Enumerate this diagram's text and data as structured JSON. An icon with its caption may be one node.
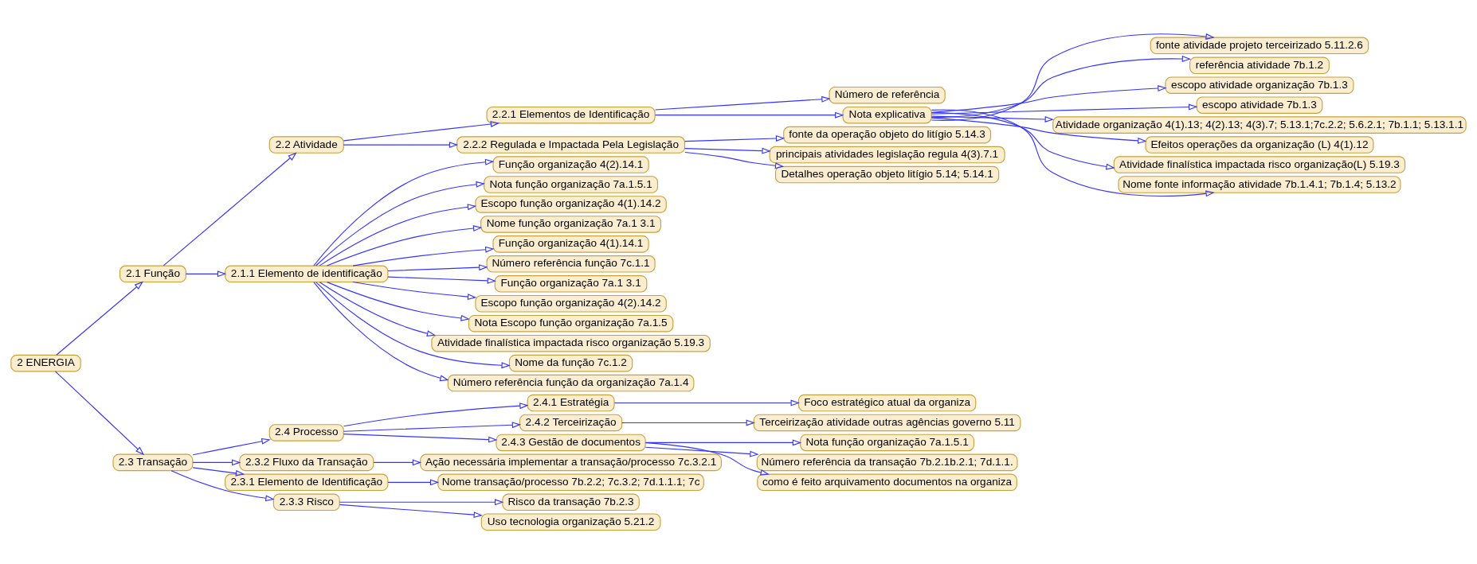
{
  "diagram": {
    "nodes": [
      {
        "text": [
          "2 ENERGIA"
        ]
      },
      {
        "text": [
          "2.1 Função"
        ]
      },
      {
        "text": [
          "2.2 Atividade"
        ]
      },
      {
        "text": [
          "2.3 Transação"
        ]
      },
      {
        "text": [
          "2.4 Processo"
        ]
      },
      {
        "text": [
          "2.4.1 Estratégia"
        ]
      },
      {
        "text": [
          "fonte da operação objeto do litígio 5.14.3"
        ]
      },
      {
        "text": [
          "Função organização 4(2).14.1"
        ]
      },
      {
        "text": [
          "2.2.1 Elementos de Identificação"
        ]
      },
      {
        "text": [
          "2.1.1 Elemento de identificação"
        ]
      },
      {
        "text": [
          "Foco estratégico atual da organiza"
        ]
      },
      {
        "text": [
          "Nota função organização 7a.1.5.1"
        ]
      },
      {
        "text": [
          "Escopo função organização 4(1).14.2"
        ]
      },
      {
        "text": [
          "2.4.2 Terceirização"
        ]
      },
      {
        "text": [
          "Número de referência"
        ]
      },
      {
        "text": [
          "2.2.2 Regulada e Impactada Pela Legislação"
        ]
      },
      {
        "text": [
          "Nome função organização 7a.1 3.1"
        ]
      },
      {
        "text": [
          "Terceirização atividade outras agências governo 5.11"
        ]
      },
      {
        "text": [
          "Nota explicativa"
        ]
      },
      {
        "text": [
          "principais atividades legislação regula 4(3).7.1"
        ]
      },
      {
        "text": [
          "2.3.2 Fluxo da Transação"
        ]
      },
      {
        "text": [
          "2.3.1 Elemento de Identificação"
        ]
      },
      {
        "text": [
          "Detalhes operação objeto litígio 5.14; 5.14.1"
        ]
      },
      {
        "text": [
          "Função organização 4(1).14.1"
        ]
      },
      {
        "text": [
          "2.4.3 Gestão de documentos"
        ]
      },
      {
        "text": [
          "Nota função organização 7a.1.5.1"
        ]
      },
      {
        "text": [
          "fonte atividade projeto terceirizado 5.11.2.6"
        ]
      },
      {
        "text": [
          "Número referência função 7c.1.1"
        ]
      },
      {
        "text": [
          "Número referência da transação 7b.2.1b.2.1; 7d.1.1."
        ]
      },
      {
        "text": [
          "referência atividade 7b.1.2"
        ]
      },
      {
        "text": [
          "Função organização 7a.1 3.1"
        ]
      },
      {
        "text": [
          "Ação necessária implementar a transação/processo 7c.3.2.1"
        ]
      },
      {
        "text": [
          "escopo atividade organização 7b.1.3"
        ]
      },
      {
        "text": [
          "Escopo função organização 4(2).14.2"
        ]
      },
      {
        "text": [
          "escopo atividade 7b.1.3"
        ]
      },
      {
        "text": [
          "2.3.3 Risco"
        ]
      },
      {
        "text": [
          "Risco da transação 7b.2.3"
        ]
      },
      {
        "text": [
          "como é feito arquivamento documentos na organiza"
        ]
      },
      {
        "text": [
          "Atividade organização 4(1).13; 4(2).13; 4(3).7; 5.13.1;7c.2.2; 5.6.2.1; 7b.1.1; 5.13.1.1"
        ]
      },
      {
        "text": [
          "Efeitos operações da organização (L) 4(1).12"
        ]
      },
      {
        "text": [
          "Uso tecnologia organização 5.21.2"
        ]
      },
      {
        "text": [
          "Nome transação/processo 7b.2.2; 7c.3.2; 7d.1.1.1; 7c"
        ]
      },
      {
        "text": [
          "Atividade finalística impactada risco organização(L) 5.19.3"
        ]
      },
      {
        "text": [
          "Nota Escopo função organização 7a.1.5"
        ]
      },
      {
        "text": [
          "Atividade finalística impactada risco organização 5.19.3"
        ]
      },
      {
        "text": [
          "Nome fonte informação atividade 7b.1.4.1; 7b.1.4; 5.13.2"
        ]
      },
      {
        "text": [
          "Nome da função 7c.1.2"
        ]
      },
      {
        "text": [
          "Número referência função da organização 7a.1.4"
        ]
      }
    ],
    "edges": [
      {
        "from": 0,
        "to": 1,
        "arrow": "to"
      },
      {
        "from": 1,
        "to": 2,
        "arrow": "to"
      },
      {
        "from": 0,
        "to": 3,
        "arrow": "to"
      },
      {
        "from": 3,
        "to": 4,
        "arrow": "to"
      },
      {
        "from": 4,
        "to": 5,
        "arrow": "to"
      },
      {
        "from": 5,
        "to": 10,
        "arrow": "to"
      },
      {
        "from": 4,
        "to": 13,
        "arrow": "to"
      },
      {
        "from": 13,
        "to": 17,
        "arrow": "to"
      },
      {
        "from": 4,
        "to": 24,
        "arrow": "to"
      },
      {
        "from": 24,
        "to": 25,
        "arrow": "to"
      },
      {
        "from": 24,
        "to": 28,
        "arrow": "to"
      },
      {
        "from": 24,
        "to": 37,
        "arrow": "to"
      },
      {
        "from": 3,
        "to": 21,
        "arrow": "to"
      },
      {
        "from": 21,
        "to": 41,
        "arrow": "to"
      },
      {
        "from": 3,
        "to": 20,
        "arrow": "to"
      },
      {
        "from": 20,
        "to": 31,
        "arrow": "to"
      },
      {
        "from": 3,
        "to": 35,
        "arrow": "to"
      },
      {
        "from": 35,
        "to": 36,
        "arrow": "to"
      },
      {
        "from": 35,
        "to": 40,
        "arrow": "to"
      },
      {
        "from": 1,
        "to": 9,
        "arrow": "to"
      },
      {
        "from": 9,
        "to": 7,
        "arrow": "to"
      },
      {
        "from": 9,
        "to": 12,
        "arrow": "to"
      },
      {
        "from": 9,
        "to": 16,
        "arrow": "to"
      },
      {
        "from": 9,
        "to": 11,
        "arrow": "to"
      },
      {
        "from": 9,
        "to": 23,
        "arrow": "to"
      },
      {
        "from": 9,
        "to": 27,
        "arrow": "to"
      },
      {
        "from": 9,
        "to": 30,
        "arrow": "to"
      },
      {
        "from": 9,
        "to": 33,
        "arrow": "to"
      },
      {
        "from": 9,
        "to": 43,
        "arrow": "to"
      },
      {
        "from": 9,
        "to": 46,
        "arrow": "to"
      },
      {
        "from": 9,
        "to": 44,
        "arrow": "to"
      },
      {
        "from": 9,
        "to": 47,
        "arrow": "to"
      },
      {
        "from": 2,
        "to": 8,
        "arrow": "to"
      },
      {
        "from": 2,
        "to": 15,
        "arrow": "to"
      },
      {
        "from": 8,
        "to": 14,
        "arrow": "to"
      },
      {
        "from": 8,
        "to": 18,
        "arrow": "to"
      },
      {
        "from": 15,
        "to": 19,
        "arrow": "to"
      },
      {
        "from": 15,
        "to": 22,
        "arrow": "to"
      },
      {
        "from": 15,
        "to": 6,
        "arrow": "to"
      },
      {
        "from": 18,
        "to": 26,
        "arrow": "to"
      },
      {
        "from": 18,
        "to": 29,
        "arrow": "to"
      },
      {
        "from": 18,
        "to": 34,
        "arrow": "to"
      },
      {
        "from": 18,
        "to": 32,
        "arrow": "to"
      },
      {
        "from": 18,
        "to": 39,
        "arrow": "to"
      },
      {
        "from": 18,
        "to": 42,
        "arrow": "to"
      },
      {
        "from": 18,
        "to": 45,
        "arrow": "to"
      },
      {
        "from": 18,
        "to": 38,
        "arrow": "to"
      }
    ]
  }
}
